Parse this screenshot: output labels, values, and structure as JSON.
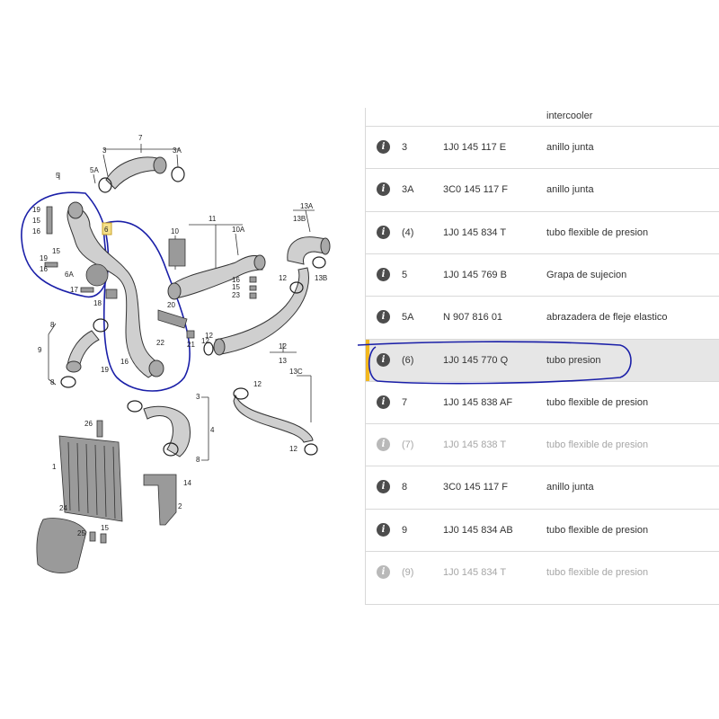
{
  "diagram": {
    "labels": [
      "7",
      "3",
      "3A",
      "5",
      "5A",
      "19",
      "15",
      "16",
      "6",
      "15",
      "6A",
      "19",
      "16",
      "17",
      "18",
      "10",
      "11",
      "10A",
      "16",
      "15",
      "23",
      "20",
      "21",
      "12",
      "13A",
      "13B",
      "12",
      "13B",
      "12",
      "13",
      "12",
      "8",
      "9",
      "8",
      "19",
      "16",
      "22",
      "12",
      "13C",
      "12",
      "3",
      "4",
      "8",
      "26",
      "1",
      "14",
      "2",
      "24",
      "25",
      "15"
    ]
  },
  "parts_list": {
    "top_partial_desc": "intercooler",
    "rows": [
      {
        "pos": "3",
        "part_no": "1J0 145 117 E",
        "description": "anillo junta",
        "muted": false,
        "selected": false
      },
      {
        "pos": "3A",
        "part_no": "3C0 145 117 F",
        "description": "anillo junta",
        "muted": false,
        "selected": false
      },
      {
        "pos": "(4)",
        "part_no": "1J0 145 834 T",
        "description": "tubo flexible de presion",
        "muted": false,
        "selected": false
      },
      {
        "pos": "5",
        "part_no": "1J0 145 769 B",
        "description": "Grapa de sujecion",
        "muted": false,
        "selected": false
      },
      {
        "pos": "5A",
        "part_no": "N   907 816 01",
        "description": "abrazadera de fleje elastico",
        "muted": false,
        "selected": false
      },
      {
        "pos": "(6)",
        "part_no": "1J0 145 770 Q",
        "description": "tubo presion",
        "muted": false,
        "selected": true
      },
      {
        "pos": "7",
        "part_no": "1J0 145 838 AF",
        "description": "tubo flexible de presion",
        "muted": false,
        "selected": false
      },
      {
        "pos": "(7)",
        "part_no": "1J0 145 838 T",
        "description": "tubo flexible de presion",
        "muted": true,
        "selected": false
      },
      {
        "pos": "8",
        "part_no": "3C0 145 117 F",
        "description": "anillo junta",
        "muted": false,
        "selected": false
      },
      {
        "pos": "9",
        "part_no": "1J0 145 834 AB",
        "description": "tubo flexible de presion",
        "muted": false,
        "selected": false
      },
      {
        "pos": "(9)",
        "part_no": "1J0 145 834 T",
        "description": "tubo flexible de presion",
        "muted": true,
        "selected": false
      }
    ]
  },
  "colors": {
    "highlight": "#f3b81f",
    "annotation": "#1a1fa8",
    "selected_row": "#e6e6e6"
  },
  "icons": {
    "info": "info-icon"
  }
}
